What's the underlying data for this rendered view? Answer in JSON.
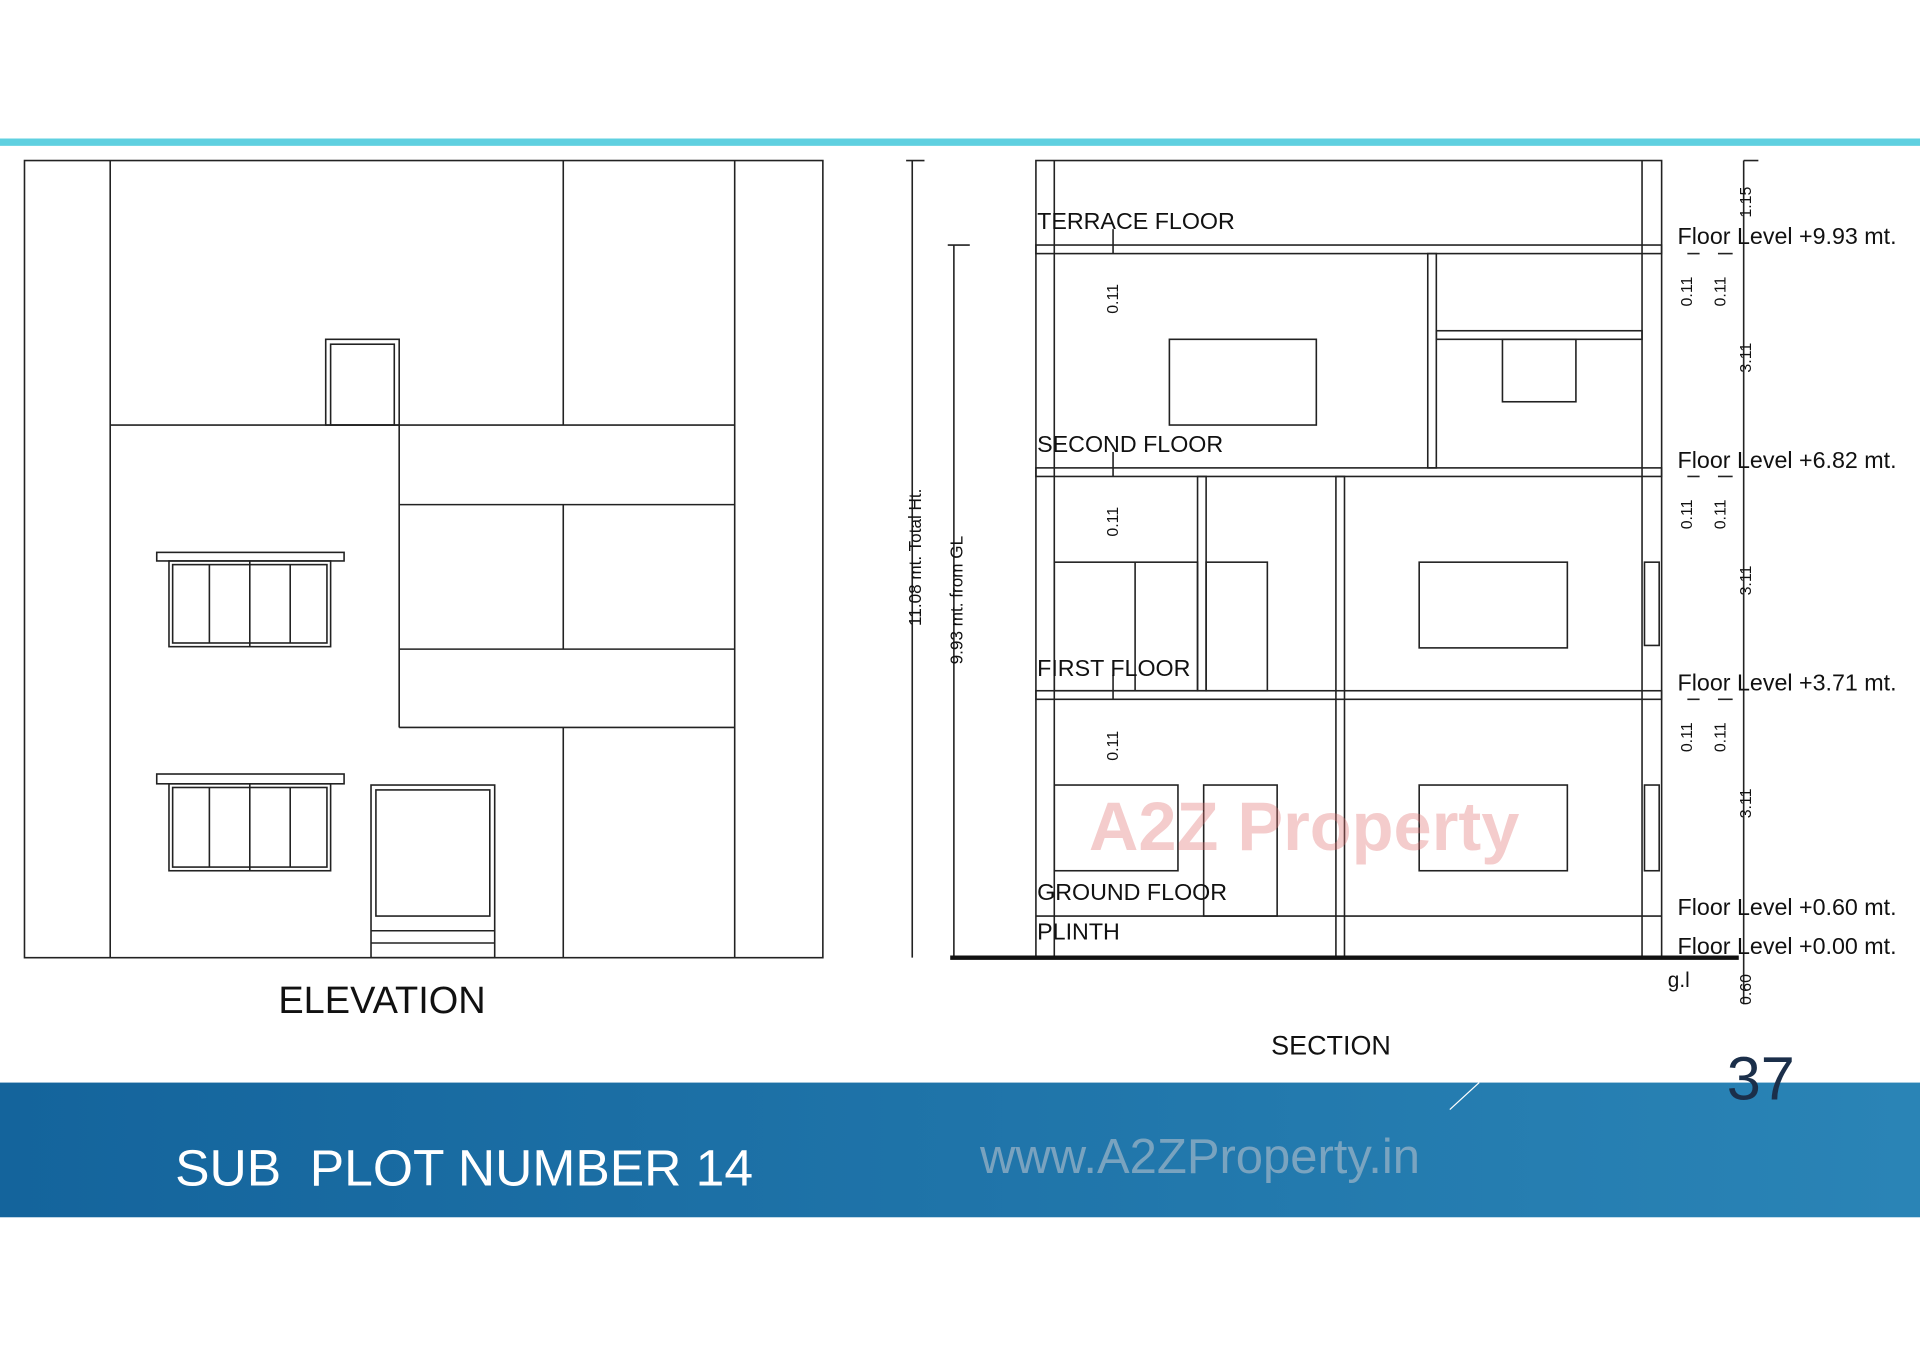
{
  "slide": {
    "title": "SUB  PLOT NUMBER 14",
    "page_number": "37",
    "watermark_logo": "A2Z Property",
    "watermark_url": "www.A2ZProperty.in",
    "accent_line_color": "#5fd0e0",
    "banner_color": "#1a6fa6",
    "page_number_color": "#1b2f4a"
  },
  "elevation": {
    "label": "ELEVATION"
  },
  "section": {
    "label": "SECTION",
    "floors": [
      "TERRACE FLOOR",
      "SECOND FLOOR",
      "FIRST FLOOR",
      "GROUND FLOOR",
      "PLINTH"
    ],
    "total_height": "11.08 mt. Total Ht.",
    "height_from_gl": "9.93 mt. from GL",
    "levels": [
      "Floor Level +9.93 mt.",
      "Floor Level +6.82 mt.",
      "Floor Level +3.71 mt.",
      "Floor Level +0.60 mt.",
      "Floor Level +0.00 mt."
    ],
    "dims": {
      "parapet": "1.15",
      "floor_height": "3.11",
      "slab": "0.11",
      "plinth": "0.60",
      "ground": "g.l"
    }
  }
}
